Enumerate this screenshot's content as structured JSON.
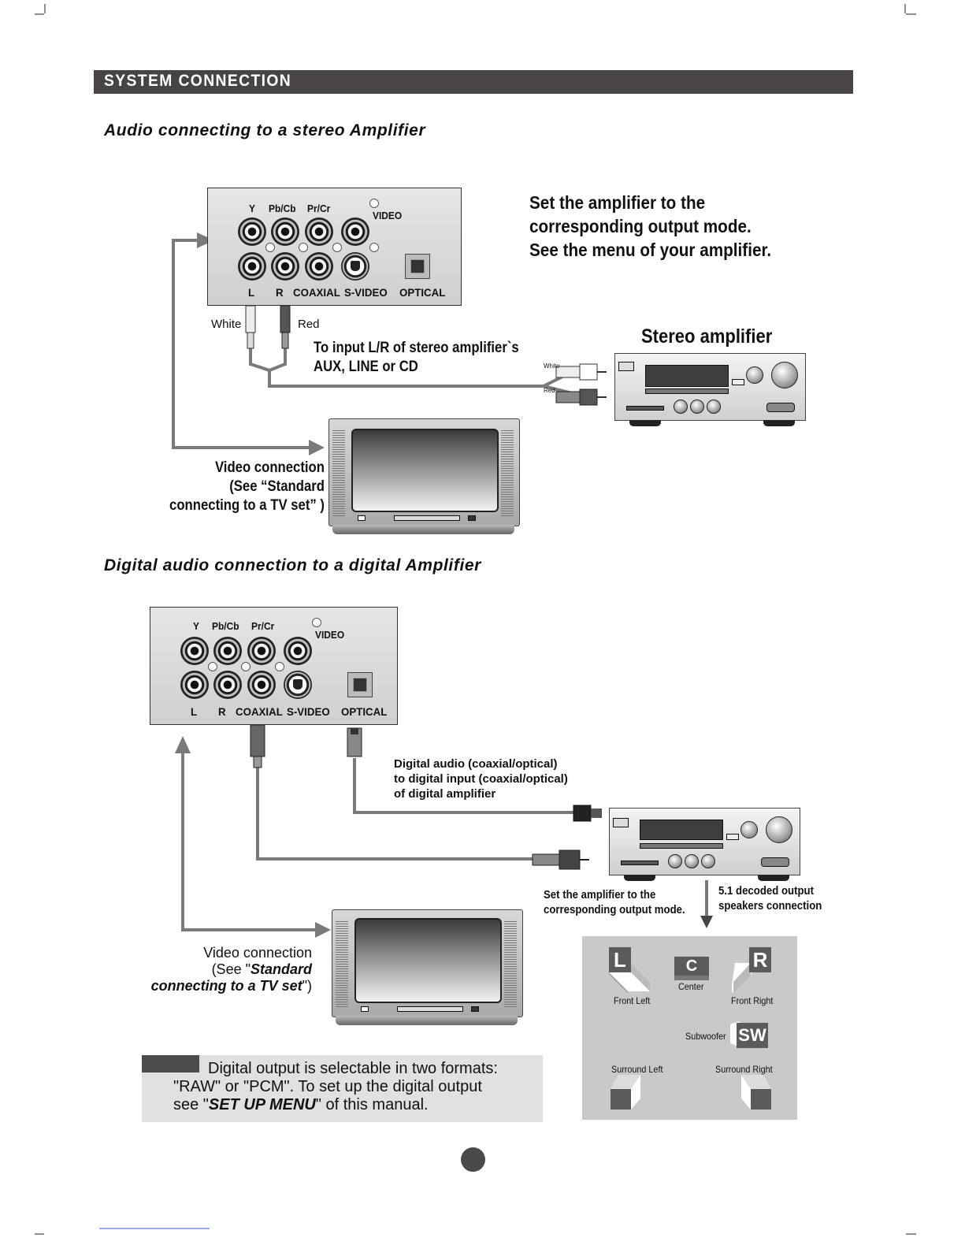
{
  "header": {
    "title": "SYSTEM  CONNECTION"
  },
  "section1": {
    "title": "Audio connecting to a stereo Amplifier",
    "panel": {
      "labels_top": [
        "Y",
        "Pb/Cb",
        "Pr/Cr"
      ],
      "video": "VIDEO",
      "labels_bottom": [
        "L",
        "R",
        "COAXIAL",
        "S-VIDEO",
        "OPTICAL"
      ]
    },
    "note_lines": [
      "Set the amplifier to the",
      "corresponding output mode.",
      "See the menu of your amplifier."
    ],
    "white": "White",
    "red": "Red",
    "input_text": [
      "To input L/R of stereo amplifier`s",
      "AUX, LINE or CD"
    ],
    "amp_title": "Stereo amplifier",
    "plug_white": "White",
    "plug_red": "Red",
    "video_conn": [
      "Video connection",
      "(See  “Standard",
      "connecting to a TV set” )"
    ]
  },
  "section2": {
    "title": "Digital audio connection to a digital Amplifier",
    "panel": {
      "labels_top": [
        "Y",
        "Pb/Cb",
        "Pr/Cr"
      ],
      "video": "VIDEO",
      "labels_bottom": [
        "L",
        "R",
        "COAXIAL",
        "S-VIDEO",
        "OPTICAL"
      ]
    },
    "digital_text": [
      "Digital audio (coaxial/optical)",
      "to digital input (coaxial/optical)",
      "of digital amplifier"
    ],
    "set_amp": [
      "Set the amplifier to the",
      "corresponding output mode."
    ],
    "decoded": [
      "5.1 decoded output",
      "speakers connection"
    ],
    "video_conn": {
      "line1": "Video connection",
      "line2_pre": "(See \"",
      "line2_em": "Standard",
      "line3_em": "connecting to a TV set",
      "line3_post": "\")"
    },
    "speakers": {
      "L": "L",
      "C": "C",
      "R": "R",
      "SW": "SW",
      "front_left": "Front Left",
      "center": "Center",
      "front_right": "Front Right",
      "subwoofer": "Subwoofer",
      "surround_left": "Surround Left",
      "surround_right": "Surround Right"
    }
  },
  "note": {
    "line1": "Digital output is selectable in two formats:",
    "line2": "\"RAW\" or \"PCM\". To set up the digital output",
    "line3_pre": "see \"",
    "line3_em": "SET UP MENU",
    "line3_post": "\" of this manual."
  }
}
